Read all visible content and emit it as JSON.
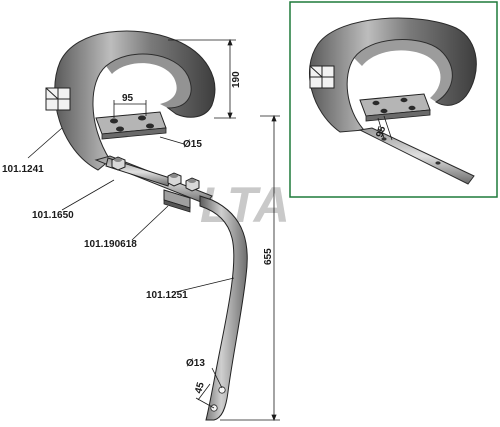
{
  "part_labels": {
    "tine": "101.1241",
    "clamp": "101.1650",
    "bracket": "101.190618",
    "share": "101.1251"
  },
  "dimensions": {
    "tine_height": "190",
    "hole_spacing_top": "95",
    "bolt_diameter": "Ø15",
    "total_length": "655",
    "share_hole_diameter": "Ø13",
    "share_hole_spacing": "45",
    "inset_hole_spacing": "95"
  },
  "watermark": "LTA",
  "colors": {
    "inset_border": "#1e7a3a",
    "metal_dark": "#4a4a4a",
    "metal_mid": "#8a8a8a",
    "metal_light": "#d0d0d0",
    "watermark": "#c9c9c9"
  }
}
